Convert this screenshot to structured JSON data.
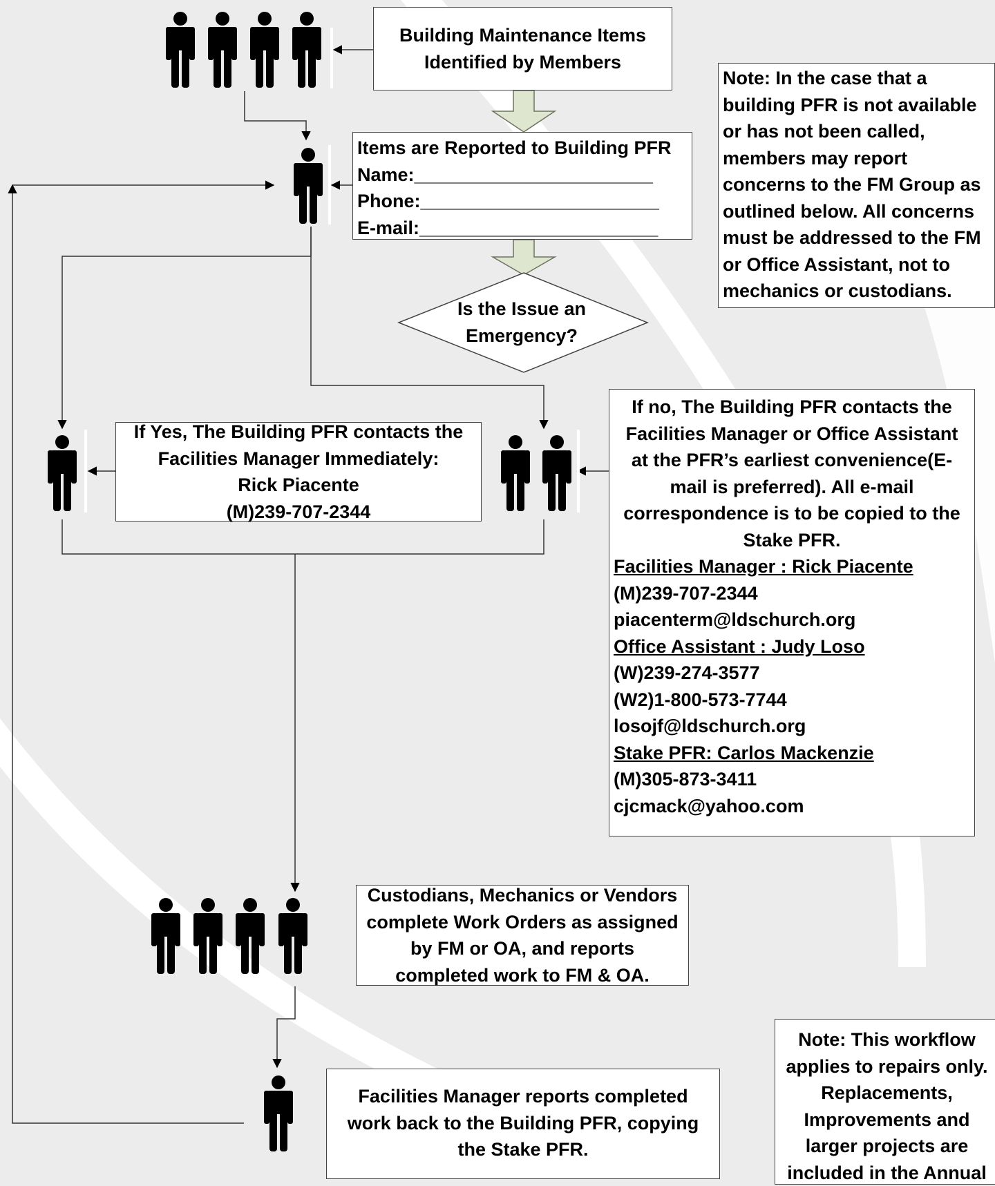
{
  "colors": {
    "background": "#ececec",
    "swoosh": "#ffffff",
    "box_border": "#444444",
    "arrow_fill": "#dfe6cf",
    "arrow_stroke": "#6d7360"
  },
  "icons": [
    "person-icon",
    "block-arrow-down-icon"
  ],
  "box_identified": {
    "line1": "Building Maintenance Items",
    "line2": "Identified by Members"
  },
  "box_reported": {
    "title": "Items are Reported to Building PFR",
    "name": "Name:_______________________",
    "phone": "Phone:_______________________",
    "email": "E-mail:_______________________"
  },
  "note_top": {
    "lines": [
      "Note: In the case that a",
      "building PFR is not available",
      "or has not been called,",
      "members may report",
      "concerns to the FM Group as",
      "outlined below.  All concerns",
      "must be addressed to the FM",
      "or Office Assistant, not to",
      "mechanics or custodians."
    ]
  },
  "decision": {
    "line1": "Is the Issue an",
    "line2": "Emergency?"
  },
  "box_yes": {
    "line1": "If Yes, The Building PFR contacts the",
    "line2": "Facilities Manager Immediately:",
    "line3": "Rick Piacente",
    "line4": "(M)239-707-2344"
  },
  "box_no": {
    "intro": [
      "If no, The Building PFR contacts the",
      "Facilities Manager or Office Assistant",
      "at the PFR’s earliest convenience(E-",
      "mail is preferred).  All e-mail",
      "correspondence is to be copied to the",
      "Stake PFR."
    ],
    "fm_heading": "Facilities Manager : Rick Piacente",
    "fm_phone": "(M)239-707-2344",
    "fm_email": "piacenterm@ldschurch.org",
    "oa_heading": "Office Assistant : Judy Loso",
    "oa_phone1": "(W)239-274-3577",
    "oa_phone2": "(W2)1-800-573-7744",
    "oa_email": "losojf@ldschurch.org",
    "stake_heading": "Stake PFR: Carlos Mackenzie",
    "stake_phone": "(M)305-873-3411",
    "stake_email": "cjcmack@yahoo.com"
  },
  "box_custodians": {
    "line1": "Custodians, Mechanics or Vendors",
    "line2": "complete Work Orders as assigned",
    "line3": "by FM or OA, and reports",
    "line4": "completed work to FM & OA."
  },
  "box_fm_report": {
    "line1": "Facilities Manager reports completed",
    "line2": "work back to the Building PFR, copying",
    "line3": "the Stake PFR."
  },
  "note_bottom": {
    "lines": [
      "Note: This workflow",
      "applies to repairs only.",
      "Replacements,",
      "Improvements and",
      "larger projects are",
      "included in the Annual"
    ]
  }
}
